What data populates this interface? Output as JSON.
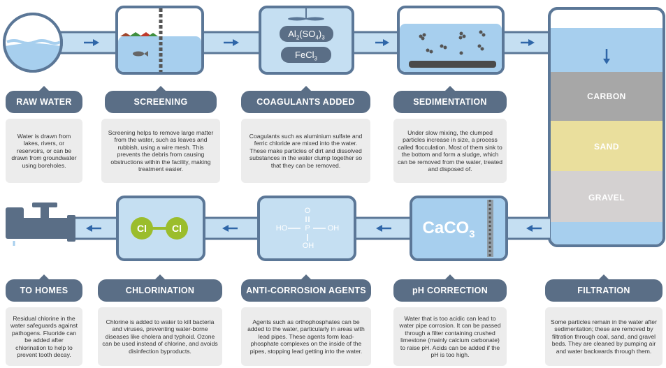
{
  "colors": {
    "pipe": "#c5dff2",
    "water": "#a7cfee",
    "frame": "#5b7797",
    "arrow": "#2f66a8",
    "label_bg": "#5a6e86",
    "desc_bg": "#ececec",
    "carbon": "#a7a7a7",
    "sand": "#eadf9d",
    "gravel": "#d4d1d1",
    "chlorine_ball": "#9bbd2c"
  },
  "stages": [
    {
      "id": "raw-water",
      "label": "RAW WATER",
      "description": "Water is drawn from lakes, rivers, or reservoirs, or can be drawn from groundwater using boreholes."
    },
    {
      "id": "screening",
      "label": "SCREENING",
      "description": "Screening helps to remove large matter from the water, such as leaves and rubbish, using a wire mesh. This prevents the debris from causing obstructions within the facility, making treatment easier."
    },
    {
      "id": "coagulants",
      "label": "COAGULANTS ADDED",
      "description": "Coagulants such as aluminium sulfate and ferric chloride are mixed into the water. These make particles of dirt and dissolved substances in the water clump together so that they can be removed."
    },
    {
      "id": "sedimentation",
      "label": "SEDIMENTATION",
      "description": "Under slow mixing, the clumped particles increase in size, a process called flocculation. Most of them sink to the bottom and form a sludge, which can be removed from the water, treated and disposed of."
    },
    {
      "id": "filtration",
      "label": "FILTRATION",
      "description": "Some particles remain in the water after sedimentation; these are removed by filtration through coal, sand, and gravel beds. They are cleaned by pumping air and water backwards through them."
    },
    {
      "id": "ph-correction",
      "label": "pH CORRECTION",
      "description": "Water that is too acidic can lead to water pipe corrosion. It can be passed through a filter containing crushed limestone (mainly calcium carbonate) to raise pH. Acids can be added if the pH is too high."
    },
    {
      "id": "anti-corrosion",
      "label": "ANTI-CORROSION AGENTS",
      "description": "Agents such as orthophosphates can be added to the water, particularly in areas with lead pipes. These agents form lead-phosphate complexes on the inside of the pipes, stopping lead getting into the water."
    },
    {
      "id": "chlorination",
      "label": "CHLORINATION",
      "description": "Chlorine is added to water to kill bacteria and viruses, preventing water-borne diseases like cholera and typhoid. Ozone can be used instead of chlorine, and avoids disinfection byproducts."
    },
    {
      "id": "to-homes",
      "label": "TO HOMES",
      "description": "Residual chlorine in the water safeguards against pathogens. Fluoride can be added after chlorination to help to prevent tooth decay."
    }
  ],
  "filter_layers": {
    "carbon": "CARBON",
    "sand": "SAND",
    "gravel": "GRAVEL"
  },
  "chemicals": {
    "al_main": "Al",
    "al_sub1": "2",
    "al_mid": "(SO",
    "al_sub2": "4",
    "al_end": ")",
    "al_sub3": "3",
    "fe_main": "FeCl",
    "fe_sub": "3",
    "caco_main": "CaCO",
    "caco_sub": "3",
    "cl_left": "Cl",
    "cl_right": "Cl",
    "phosphate_o_top": "O",
    "phosphate_ho": "HO",
    "phosphate_p": "P",
    "phosphate_oh": "OH",
    "phosphate_oh_bottom": "OH"
  }
}
